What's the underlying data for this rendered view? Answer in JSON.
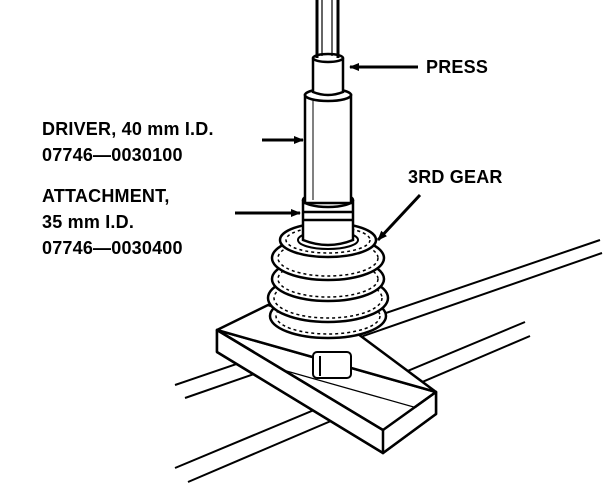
{
  "labels": {
    "press": "PRESS",
    "driver_line1": "DRIVER, 40 mm I.D.",
    "driver_line2": "07746—0030100",
    "gear": "3RD GEAR",
    "attachment_line1": "ATTACHMENT,",
    "attachment_line2": "35 mm I.D.",
    "attachment_line3": "07746—0030400"
  },
  "colors": {
    "ink": "#000000",
    "paper": "#ffffff"
  }
}
